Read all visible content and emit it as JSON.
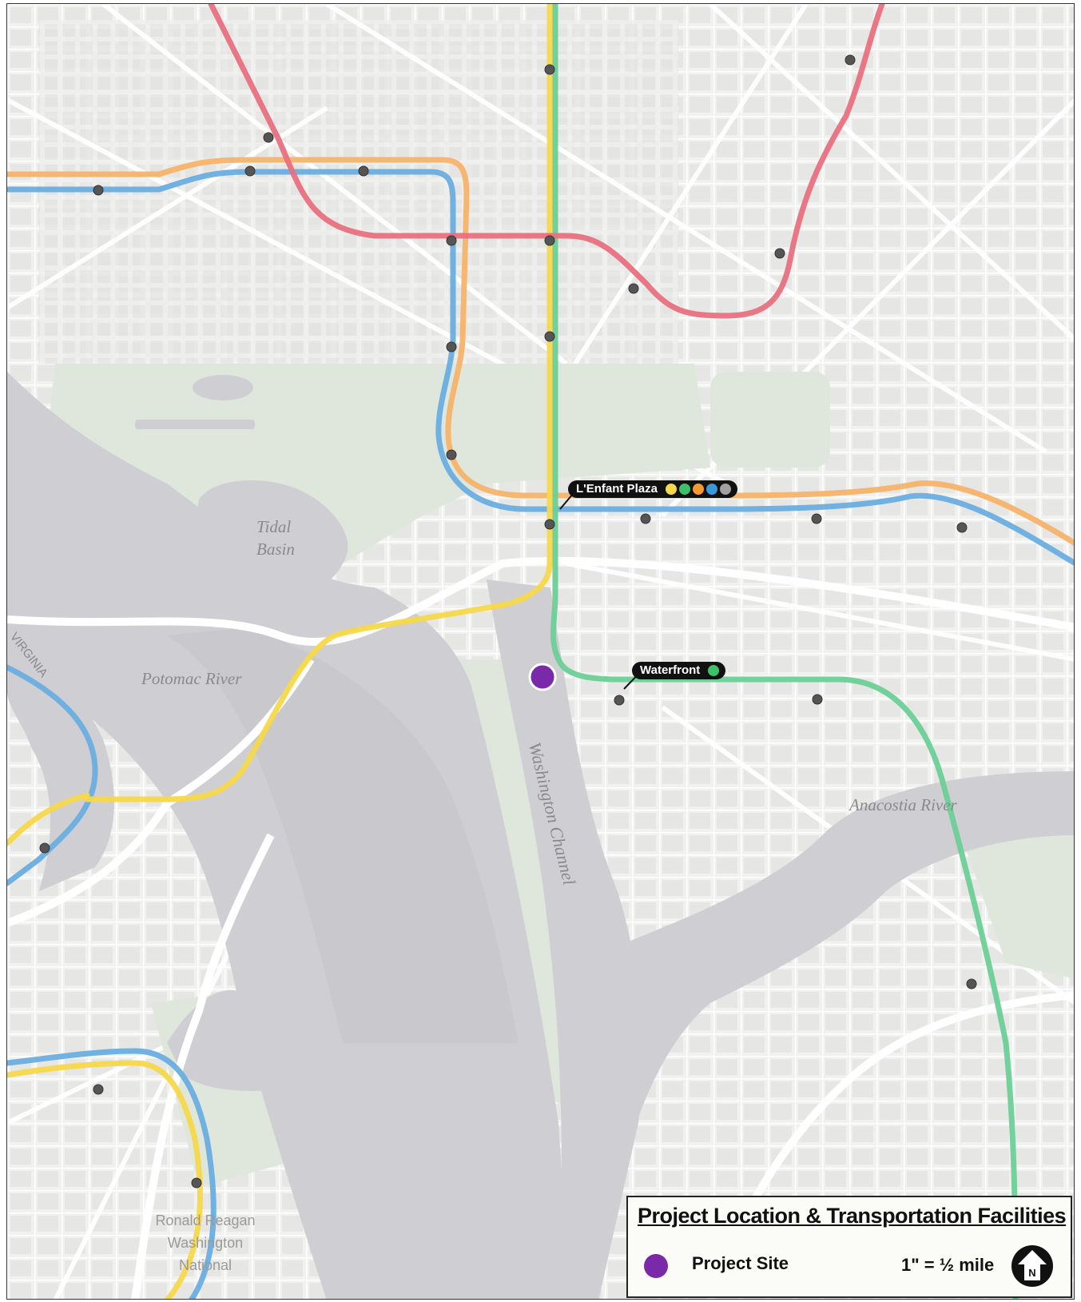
{
  "map": {
    "labels": {
      "tidal_basin_line1": "Tidal",
      "tidal_basin_line2": "Basin",
      "potomac_river": "Potomac River",
      "washington_channel": "Washington Channel",
      "anacostia_river": "Anacostia River",
      "virginia": "VIRGINIA",
      "airport_line1": "Ronald Reagan",
      "airport_line2": "Washington",
      "airport_line3": "National"
    },
    "stations": {
      "lenfant_plaza": {
        "label": "L'Enfant Plaza",
        "lines": [
          "yellow",
          "green",
          "orange",
          "blue",
          "silver"
        ]
      },
      "waterfront": {
        "label": "Waterfront",
        "lines": [
          "green"
        ]
      }
    },
    "line_colors": {
      "yellow": "#f7d84a",
      "green": "#6ccf96",
      "orange": "#f6b36a",
      "blue": "#6aaee0",
      "red": "#e8707f",
      "silver": "#a0a0a0"
    },
    "project_site_color": "#7a2aa8",
    "water_color": "#cfced3",
    "park_color": "#dfe7dc"
  },
  "legend": {
    "title": "Project Location & Transportation Facilities",
    "project_site_label": "Project Site",
    "scale": "1\" = ½ mile",
    "north_label": "N"
  }
}
